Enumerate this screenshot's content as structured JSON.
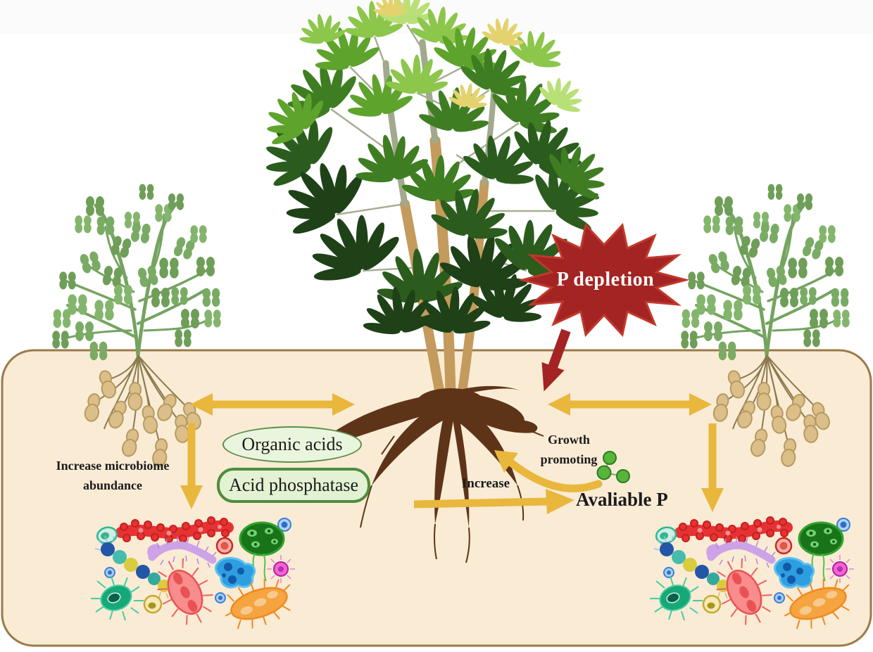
{
  "diagram": {
    "p_depletion": "P depletion",
    "organic_acids": "Organic acids",
    "acid_phosphatase": "Acid phosphatase",
    "increase_microbiome_line1": "Increase microbiome",
    "increase_microbiome_line2": "abundance",
    "growth_promoting_line1": "Growth",
    "growth_promoting_line2": "promoting",
    "increase": "Increase",
    "available_p": "Avaliable P"
  },
  "colors": {
    "soil_fill": "#FAEBD5",
    "soil_border": "#9A7A4A",
    "arrow_yellow": "#E8B73C",
    "depletion_red": "#A32423",
    "burst_text": "#FFFFFF",
    "organic_pill_fill": "#EAF5DE",
    "organic_pill_border": "#5C8F4A",
    "acid_pill_fill": "#E2F2D2",
    "acid_pill_border": "#4E8C3F",
    "molecule_green": "#56B53A",
    "cassava_root_brown": "#5E3418",
    "peanut_pod_tan": "#DCBE88"
  },
  "icon_names": [
    "p-depletion-burst-icon",
    "depletion-arrow-icon",
    "exchange-arrow-icon",
    "down-arrow-icon",
    "increase-arrow-icon",
    "growth-promoting-arrow-icon",
    "molecule-icon",
    "cassava-plant-icon",
    "peanut-plant-icon",
    "soil-microbiome-icon"
  ]
}
